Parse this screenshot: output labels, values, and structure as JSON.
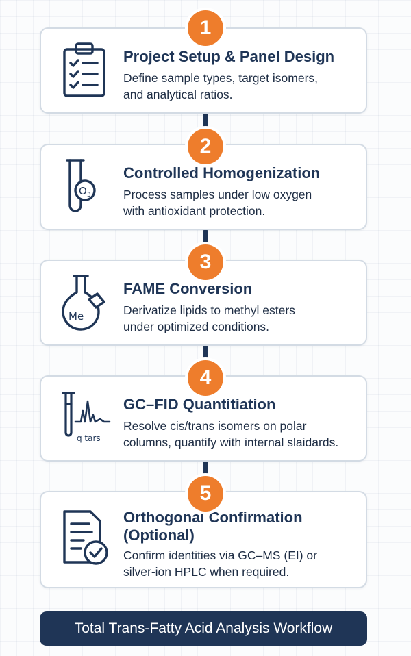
{
  "steps": [
    {
      "number": "1",
      "title": "Project Setup & Panel Design",
      "description_line1": "Define sample types, target isomers,",
      "description_line2": "and analytical ratios.",
      "icon": "clipboard-checklist-icon"
    },
    {
      "number": "2",
      "title": "Controlled Homogenization",
      "description_line1": "Process samples under low oxygen",
      "description_line2": "with antioxidant protection.",
      "icon": "test-tube-oxygen-icon",
      "icon_text": "O"
    },
    {
      "number": "3",
      "title": "FAME Conversion",
      "description_line1": "Derivatize lipids to methyl esters",
      "description_line2": "under optimized conditions.",
      "icon": "flask-methyl-icon",
      "icon_text": "Me"
    },
    {
      "number": "4",
      "title": "GC–FID Quantitiation",
      "description_line1": "Resolve cis/trans isomers on polar",
      "description_line2": "columns, quantify with internal slaidards.",
      "icon": "chromatogram-tube-icon",
      "icon_text": "q tars"
    },
    {
      "number": "5",
      "title_line1": "Orthogonal Confirmation",
      "title_line2": "(Optional)",
      "description_line1": "Confirm identities via GC–MS (EI) or",
      "description_line2": "silver-ion HPLC when required.",
      "icon": "document-check-icon"
    }
  ],
  "footer": {
    "label": "Total Trans-Fatty Acid Analysis Workflow"
  },
  "colors": {
    "accent_orange": "#ee7d2c",
    "navy": "#1f3556",
    "card_border": "#d3dbe4"
  }
}
